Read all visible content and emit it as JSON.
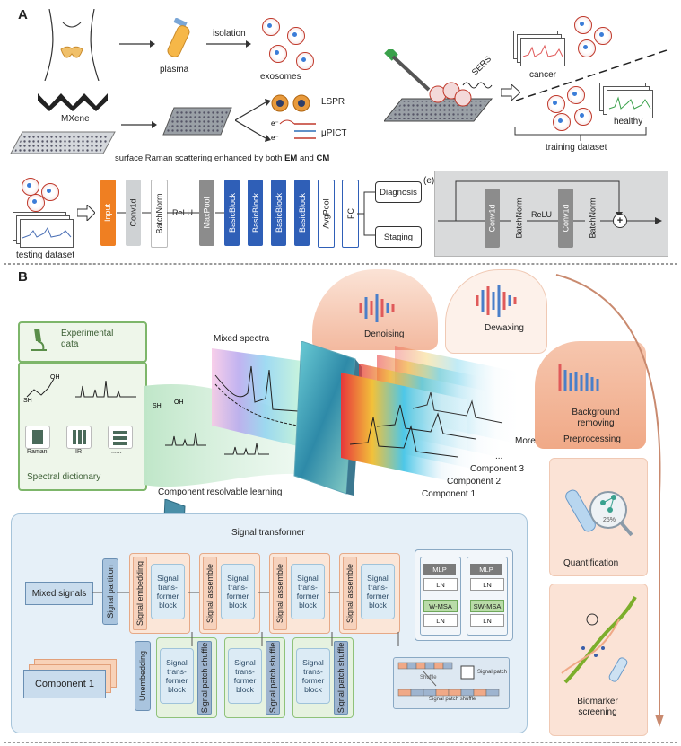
{
  "panel_a": {
    "letter": "A",
    "isolation": "isolation",
    "plasma": "plasma",
    "exosomes": "exosomes",
    "mxene": "MXene",
    "lspr": "LSPR",
    "upict": "μPICT",
    "enhanced_prefix": "surface Raman scattering enhanced by both ",
    "em": "EM",
    "and": " and ",
    "cm": "CM",
    "sers": "SERS",
    "cancer": "cancer",
    "healthy": "healthy",
    "training_dataset": "training dataset",
    "testing_dataset": "testing dataset",
    "layers": [
      "Input",
      "Conv1d",
      "BatchNorm",
      "ReLU",
      "MaxPool",
      "BasicBlock",
      "BasicBlock",
      "BasicBlock",
      "BasicBlock",
      "AvgPool",
      "FC"
    ],
    "outputs": [
      "Diagnosis",
      "Staging"
    ],
    "e_label": "(e)",
    "residual_layers": [
      "Conv1d",
      "BatchNorm",
      "ReLU",
      "Conv1d",
      "BatchNorm"
    ],
    "plus": "+"
  },
  "panel_b": {
    "letter": "B",
    "experimental_data": "Experimental data",
    "spectral_dictionary": "Spectral dictionary",
    "dict_items": [
      "Raman",
      "IR",
      "......"
    ],
    "mixed_spectra": "Mixed spectra",
    "more": "More",
    "ellipsis": "...",
    "components": [
      "Component 3",
      "Component 2",
      "Component 1"
    ],
    "component_resolvable": "Component resolvable learning",
    "denoising": "Denoising",
    "dewaxing": "Dewaxing",
    "background_removing": "Background removing",
    "preprocessing": "Preprocessing",
    "quantification": "Quantification",
    "quant_pct": "25%",
    "biomarker_screening": "Biomarker screening",
    "signal_transformer": "Signal transformer",
    "mixed_signals": "Mixed signals",
    "signal_partition": "Signal partition",
    "signal_embedding": "Signal embedding",
    "signal_assemble": "Signal assemble",
    "transformer_block": "Signal trans-former block",
    "unembedding": "Unembedding",
    "patch_shuffle": "Signal patch shuffle",
    "component_1": "Component 1",
    "mlp": "MLP",
    "ln": "LN",
    "wmsa": "W-MSA",
    "swmsa": "SW-MSA",
    "shuffle": "Shuffle",
    "signal_patch": "Signal patch",
    "signal_patch_shuffle": "Signal patch shuffle"
  }
}
